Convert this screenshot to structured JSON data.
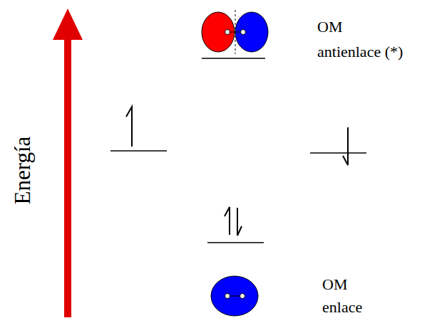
{
  "diagram": {
    "labels": [
      "Energía",
      "OM antienlace (*)",
      "OM enlace"
    ]
  }
}
